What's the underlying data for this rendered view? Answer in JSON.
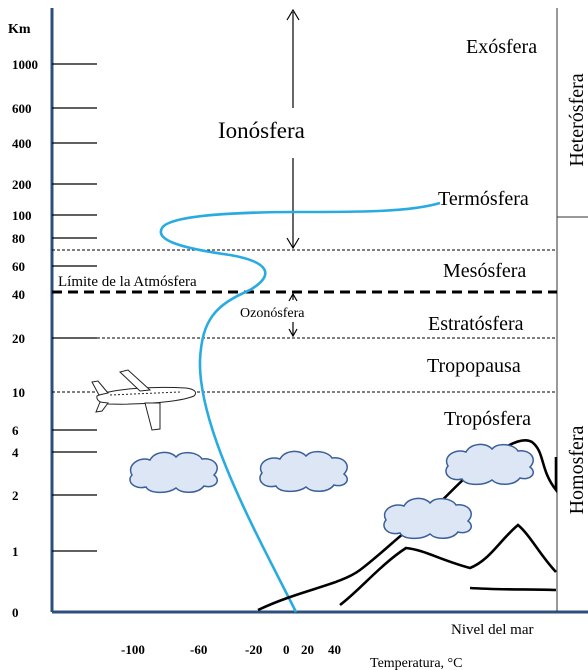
{
  "axis": {
    "unit": "Km",
    "altitude_ticks": [
      "1000",
      "600",
      "400",
      "200",
      "100",
      "80",
      "60",
      "40",
      "20",
      "10",
      "6",
      "4",
      "2",
      "1",
      "0"
    ]
  },
  "layers": {
    "exosfera": "Exósfera",
    "ionosfera": "Ionósfera",
    "termosfera": "Termósfera",
    "mesosfera": "Mesósfera",
    "limite": "Límite de la Atmósfera",
    "ozonosfera": "Ozonósfera",
    "estratosfera": "Estratósfera",
    "tropopausa": "Tropopausa",
    "troposfera": "Tropósfera"
  },
  "regions": {
    "heterosfera": "Heterósfera",
    "homosfera": "Homosfera"
  },
  "bottom": {
    "sea_level": "Nivel del mar",
    "temp_ticks": [
      "-100",
      "-60",
      "-20",
      "0",
      "20",
      "40"
    ],
    "temp_label": "Temperatura, °C"
  },
  "colors": {
    "frame": "#2e4f7c",
    "temperature_curve": "#29abe2",
    "cloud_fill": "#dce6f4",
    "cloud_stroke": "#3b5f9a"
  }
}
